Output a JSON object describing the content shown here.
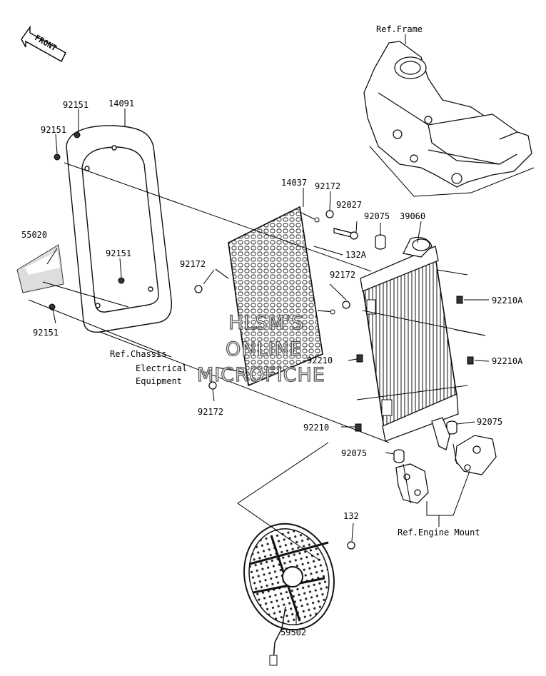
{
  "front_badge": "FRONT",
  "watermark": {
    "line1": "HLSM'S",
    "line2": "ONLINE",
    "line3": "MICROFICHE"
  },
  "labels": {
    "ref_frame": "Ref.Frame",
    "p14091": "14091",
    "p92151_a": "92151",
    "p92151_b": "92151",
    "p92151_c": "92151",
    "p92151_d": "92151",
    "p55020": "55020",
    "p14037": "14037",
    "p92172_a": "92172",
    "p92172_b": "92172",
    "p92172_c": "92172",
    "p92172_d": "92172",
    "p92027": "92027",
    "p92075_a": "92075",
    "p39060": "39060",
    "p132A": "132A",
    "p92210A_a": "92210A",
    "p92210A_b": "92210A",
    "p92210_a": "92210",
    "p92210_b": "92210",
    "p92075_b": "92075",
    "p92075_c": "92075",
    "ref_chassis_line1": "Ref.Chassis",
    "ref_chassis_line2": "Electrical",
    "ref_chassis_line3": "Equipment",
    "ref_engine_mount": "Ref.Engine Mount",
    "p132": "132",
    "p59502": "59502"
  }
}
